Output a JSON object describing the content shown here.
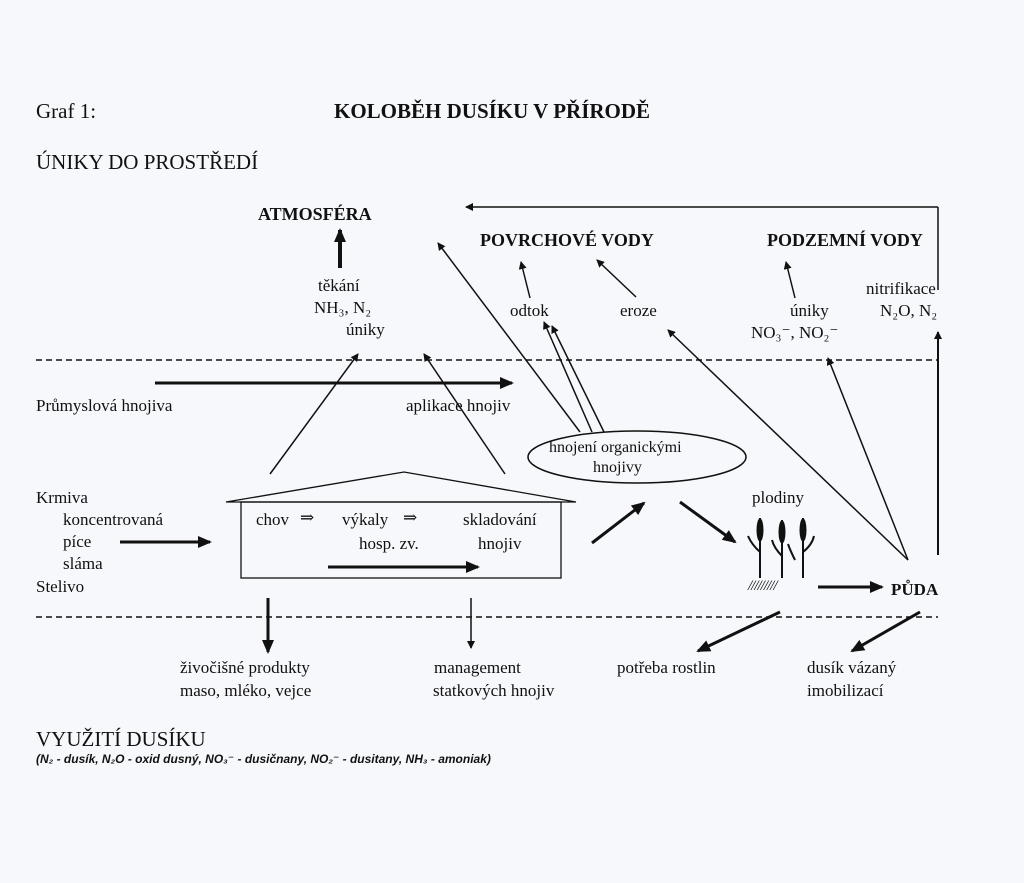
{
  "header": {
    "graf_label": "Graf 1:",
    "title": "KOLOBĚH DUSÍKU V PŘÍRODĚ",
    "section_top": "ÚNIKY DO PROSTŘEDÍ",
    "section_bottom": "VYUŽITÍ DUSÍKU"
  },
  "zones": {
    "atmosfera": "ATMOSFÉRA",
    "povrchove": "POVRCHOVÉ VODY",
    "podzemni": "PODZEMNÍ VODY"
  },
  "emissions": {
    "tekani": "těkání",
    "tekani_gases": "NH₃, N₂",
    "tekani_uniky": "úniky",
    "odtok": "odtok",
    "eroze": "eroze",
    "uniky": "úniky",
    "uniky_ions": "NO₃⁻, NO₂⁻",
    "nitrifikace": "nitrifikace",
    "nitrifikace_gases": "N₂O, N₂"
  },
  "inputs": {
    "prumyslova": "Průmyslová hnojiva",
    "aplikace": "aplikace hnojiv",
    "hnojeni_1": "hnojení organickými",
    "hnojeni_2": "hnojivy",
    "krmiva": "Krmiva",
    "koncentrovana": "koncentrovaná",
    "pice": "píce",
    "slama": "sláma",
    "stelivo": "Stelivo"
  },
  "barn": {
    "chov": "chov",
    "vykaly": "výkaly",
    "hosp": "hosp. zv.",
    "skladovani": "skladování",
    "hnojiv": "hnojiv",
    "arrow_glyph": "⇒"
  },
  "field": {
    "plodiny": "plodiny",
    "puda": "PŮDA",
    "soil_hatch": "/////////"
  },
  "uses": {
    "zivocisne_1": "živočišné produkty",
    "zivocisne_2": "maso, mléko, vejce",
    "management_1": "management",
    "management_2": "statkových hnojiv",
    "potreba": "potřeba rostlin",
    "dusik_1": "dusík vázaný",
    "dusik_2": "imobilizací"
  },
  "legend": "(N₂ - dusík, N₂O - oxid dusný, NO₃⁻ - dusičnany, NO₂⁻ - dusitany, NH₃ - amoniak)"
}
